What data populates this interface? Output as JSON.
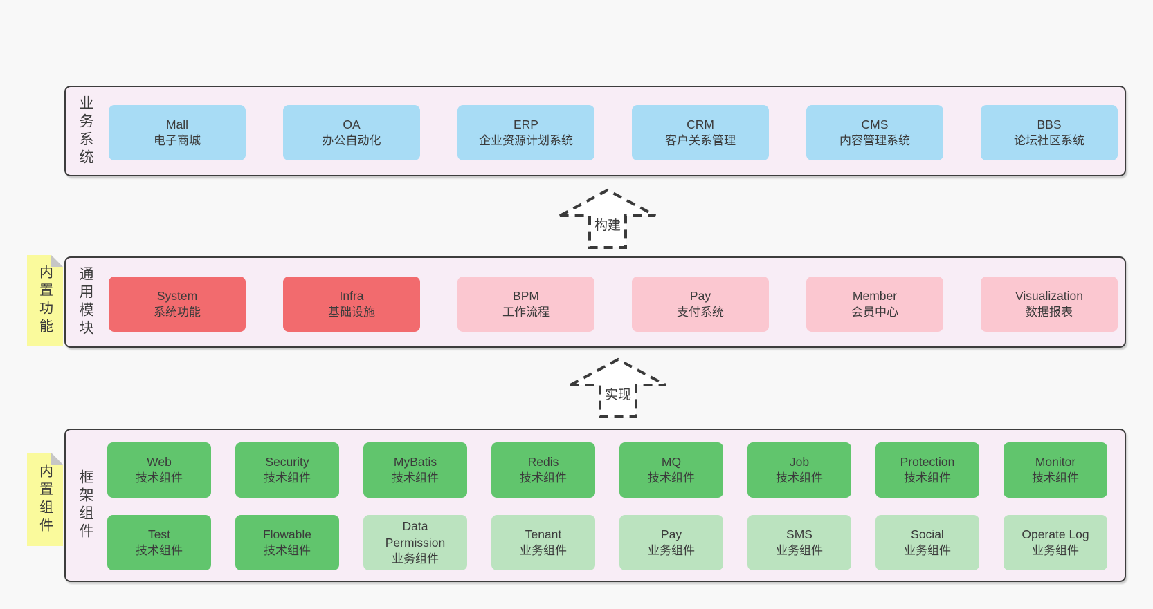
{
  "colors": {
    "page_bg": "#f8f8f8",
    "band_bg": "#f8edf6",
    "band_border": "#3d3d3d",
    "blue": "#a8dcf5",
    "red": "#f26b6e",
    "pink": "#fbc7d0",
    "green_dark": "#61c56d",
    "green_light": "#bbe3bf",
    "sticky_yellow": "#fafa9c",
    "text": "#3b3b3b"
  },
  "arrows": {
    "build": {
      "label": "构建"
    },
    "implement": {
      "label": "实现"
    }
  },
  "stickies": {
    "features": {
      "label": "内置功能"
    },
    "components": {
      "label": "内置组件"
    }
  },
  "bands": {
    "business": {
      "label": "业务系统",
      "boxes": [
        {
          "name": "Mall",
          "desc": "电子商城"
        },
        {
          "name": "OA",
          "desc": "办公自动化"
        },
        {
          "name": "ERP",
          "desc": "企业资源计划系统"
        },
        {
          "name": "CRM",
          "desc": "客户关系管理"
        },
        {
          "name": "CMS",
          "desc": "内容管理系统"
        },
        {
          "name": "BBS",
          "desc": "论坛社区系统"
        }
      ]
    },
    "modules": {
      "label": "通用模块",
      "boxes": [
        {
          "name": "System",
          "desc": "系统功能"
        },
        {
          "name": "Infra",
          "desc": "基础设施"
        },
        {
          "name": "BPM",
          "desc": "工作流程"
        },
        {
          "name": "Pay",
          "desc": "支付系统"
        },
        {
          "name": "Member",
          "desc": "会员中心"
        },
        {
          "name": "Visualization",
          "desc": "数据报表"
        }
      ]
    },
    "framework": {
      "label": "框架组件",
      "row1": [
        {
          "name": "Web",
          "desc": "技术组件"
        },
        {
          "name": "Security",
          "desc": "技术组件"
        },
        {
          "name": "MyBatis",
          "desc": "技术组件"
        },
        {
          "name": "Redis",
          "desc": "技术组件"
        },
        {
          "name": "MQ",
          "desc": "技术组件"
        },
        {
          "name": "Job",
          "desc": "技术组件"
        },
        {
          "name": "Protection",
          "desc": "技术组件"
        },
        {
          "name": "Monitor",
          "desc": "技术组件"
        }
      ],
      "row2": [
        {
          "name": "Test",
          "desc": "技术组件"
        },
        {
          "name": "Flowable",
          "desc": "技术组件"
        },
        {
          "name": "Data Permission",
          "desc": "业务组件"
        },
        {
          "name": "Tenant",
          "desc": "业务组件"
        },
        {
          "name": "Pay",
          "desc": "业务组件"
        },
        {
          "name": "SMS",
          "desc": "业务组件"
        },
        {
          "name": "Social",
          "desc": "业务组件"
        },
        {
          "name": "Operate Log",
          "desc": "业务组件"
        }
      ]
    }
  }
}
